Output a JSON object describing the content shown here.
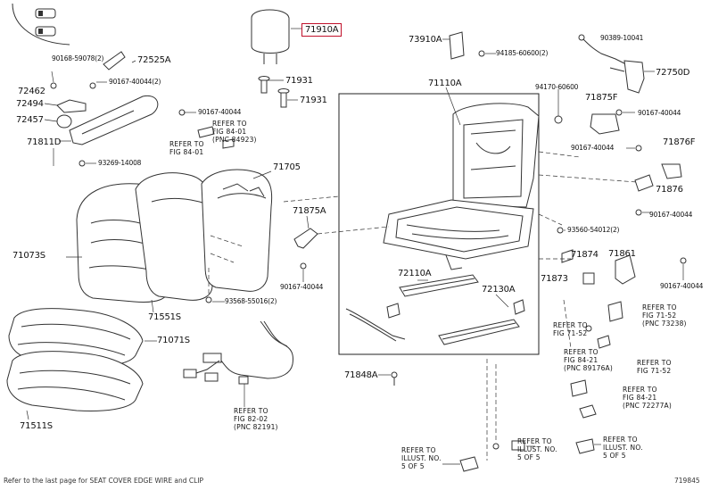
{
  "parts": [
    {
      "id": "71910A",
      "text": "71910A",
      "highlight": true
    },
    {
      "id": "71931a",
      "text": "71931"
    },
    {
      "id": "71931b",
      "text": "71931"
    },
    {
      "id": "73910A",
      "text": "73910A"
    },
    {
      "id": "94185-60600",
      "text": "94185-60600(2)"
    },
    {
      "id": "90389-10041",
      "text": "90389-10041"
    },
    {
      "id": "72750D",
      "text": "72750D"
    },
    {
      "id": "71110A",
      "text": "71110A"
    },
    {
      "id": "94170-60600",
      "text": "94170-60600"
    },
    {
      "id": "71875F",
      "text": "71875F"
    },
    {
      "id": "90167-40044-f",
      "text": "90167-40044"
    },
    {
      "id": "90167-40044-g",
      "text": "90167-40044"
    },
    {
      "id": "71876F",
      "text": "71876F"
    },
    {
      "id": "71876",
      "text": "71876"
    },
    {
      "id": "90167-40044-h",
      "text": "90167-40044"
    },
    {
      "id": "93560-54012",
      "text": "93560-54012(2)"
    },
    {
      "id": "71861",
      "text": "71861"
    },
    {
      "id": "90167-40044-i",
      "text": "90167-40044"
    },
    {
      "id": "71874",
      "text": "71874"
    },
    {
      "id": "71873",
      "text": "71873"
    },
    {
      "id": "90168-59078",
      "text": "90168-59078(2)"
    },
    {
      "id": "72525A",
      "text": "72525A"
    },
    {
      "id": "72462",
      "text": "72462"
    },
    {
      "id": "90167-40044-a",
      "text": "90167-40044(2)"
    },
    {
      "id": "72494",
      "text": "72494"
    },
    {
      "id": "72457",
      "text": "72457"
    },
    {
      "id": "90167-40044-b",
      "text": "90167-40044"
    },
    {
      "id": "71811D",
      "text": "71811D"
    },
    {
      "id": "93269-14008",
      "text": "93269-14008"
    },
    {
      "id": "71705",
      "text": "71705"
    },
    {
      "id": "71073S",
      "text": "71073S"
    },
    {
      "id": "71551S",
      "text": "71551S"
    },
    {
      "id": "93568-55016",
      "text": "93568-55016(2)"
    },
    {
      "id": "71875A",
      "text": "71875A"
    },
    {
      "id": "90167-40044-c",
      "text": "90167-40044"
    },
    {
      "id": "71071S",
      "text": "71071S"
    },
    {
      "id": "71511S",
      "text": "71511S"
    },
    {
      "id": "72110A",
      "text": "72110A"
    },
    {
      "id": "72130A",
      "text": "72130A"
    },
    {
      "id": "71848A",
      "text": "71848A"
    }
  ],
  "references": [
    {
      "id": "ref-84-01-a",
      "lines": [
        "REFER TO",
        "FIG 84-01",
        "(PNC 84923)"
      ]
    },
    {
      "id": "ref-84-01-b",
      "lines": [
        "REFER TO",
        "FIG 84-01"
      ]
    },
    {
      "id": "ref-82-02",
      "lines": [
        "REFER TO",
        "FIG 82-02",
        "(PNC 82191)"
      ]
    },
    {
      "id": "ref-71-52-a",
      "lines": [
        "REFER TO",
        "FIG 71-52",
        "(PNC 73238)"
      ]
    },
    {
      "id": "ref-71-52-b",
      "lines": [
        "REFER TO",
        "FIG 71-52"
      ]
    },
    {
      "id": "ref-84-21-a",
      "lines": [
        "REFER TO",
        "FIG 84-21",
        "(PNC 89176A)"
      ]
    },
    {
      "id": "ref-71-52-c",
      "lines": [
        "REFER TO",
        "FIG 71-52"
      ]
    },
    {
      "id": "ref-84-21-b",
      "lines": [
        "REFER TO",
        "FIG 84-21",
        "(PNC 72277A)"
      ]
    },
    {
      "id": "ref-illust-a",
      "lines": [
        "REFER TO",
        "ILLUST. NO.",
        "5 OF 5"
      ]
    },
    {
      "id": "ref-illust-b",
      "lines": [
        "REFER TO",
        "ILLUST. NO.",
        "5 OF 5"
      ]
    },
    {
      "id": "ref-illust-c",
      "lines": [
        "REFER TO",
        "ILLUST. NO.",
        "5 OF 5"
      ]
    }
  ],
  "footer": {
    "note": "Refer to the last page for SEAT COVER EDGE WIRE and CLIP",
    "figure_id": "719845"
  }
}
